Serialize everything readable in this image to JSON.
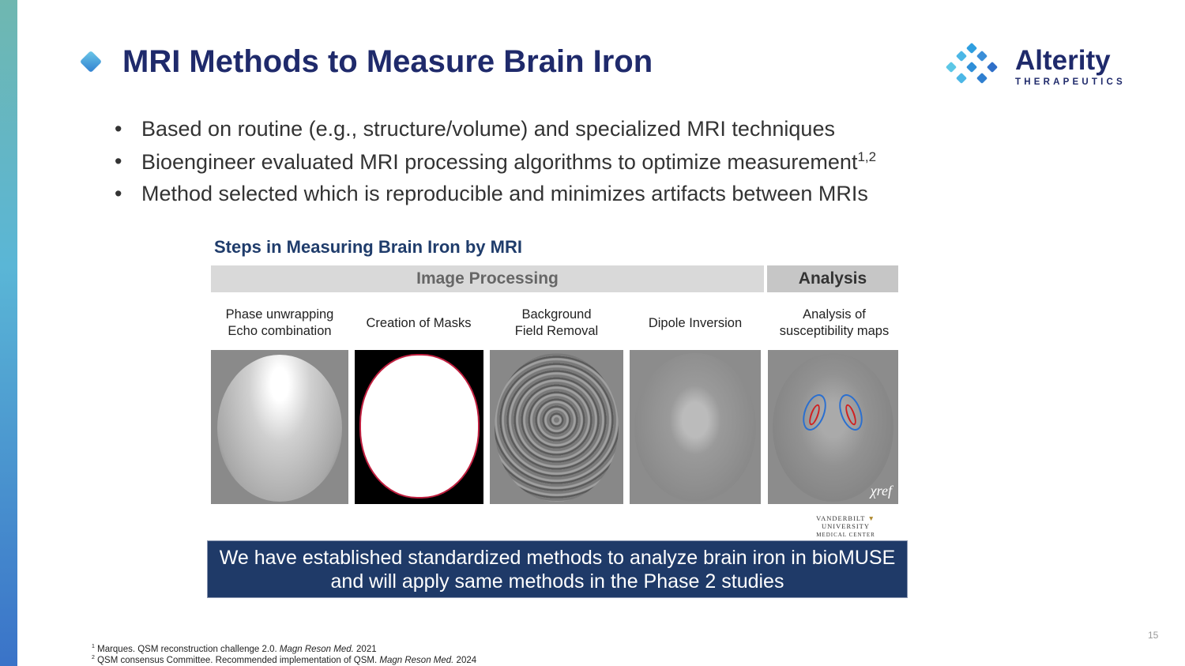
{
  "title": "MRI Methods to Measure Brain Iron",
  "logo": {
    "brand": "Alterity",
    "sub": "THERAPEUTICS"
  },
  "bullets": [
    {
      "text": "Based on routine (e.g., structure/volume) and specialized MRI techniques",
      "sup": ""
    },
    {
      "text": "Bioengineer evaluated MRI processing algorithms to optimize measurement",
      "sup": "1,2"
    },
    {
      "text": "Method selected which is reproducible and minimizes artifacts between MRIs",
      "sup": ""
    }
  ],
  "figure": {
    "title": "Steps in Measuring Brain Iron by MRI",
    "headers": [
      "Image Processing",
      "Analysis"
    ],
    "steps": [
      {
        "l1": "Phase unwrapping",
        "l2": "Echo combination"
      },
      {
        "l1": "Creation of Masks",
        "l2": ""
      },
      {
        "l1": "Background",
        "l2": "Field Removal"
      },
      {
        "l1": "Dipole Inversion",
        "l2": ""
      },
      {
        "l1": "Analysis of",
        "l2": "susceptibility maps"
      }
    ],
    "xref_label": "χref",
    "credit": {
      "l1": "VANDERBILT",
      "l2": "UNIVERSITY",
      "l3": "MEDICAL CENTER"
    }
  },
  "banner": {
    "l1": "We have established standardized methods to analyze brain iron in bioMUSE",
    "l2": "and will apply same methods in the Phase 2 studies"
  },
  "footnotes": [
    {
      "n": "1",
      "text": "Marques. QSM reconstruction challenge 2.0. ",
      "journal": "Magn Reson Med.",
      "year": " 2021"
    },
    {
      "n": "2",
      "text": "QSM consensus Committee. Recommended implementation of QSM. ",
      "journal": "Magn Reson Med.",
      "year": " 2024"
    }
  ],
  "page_number": "15"
}
